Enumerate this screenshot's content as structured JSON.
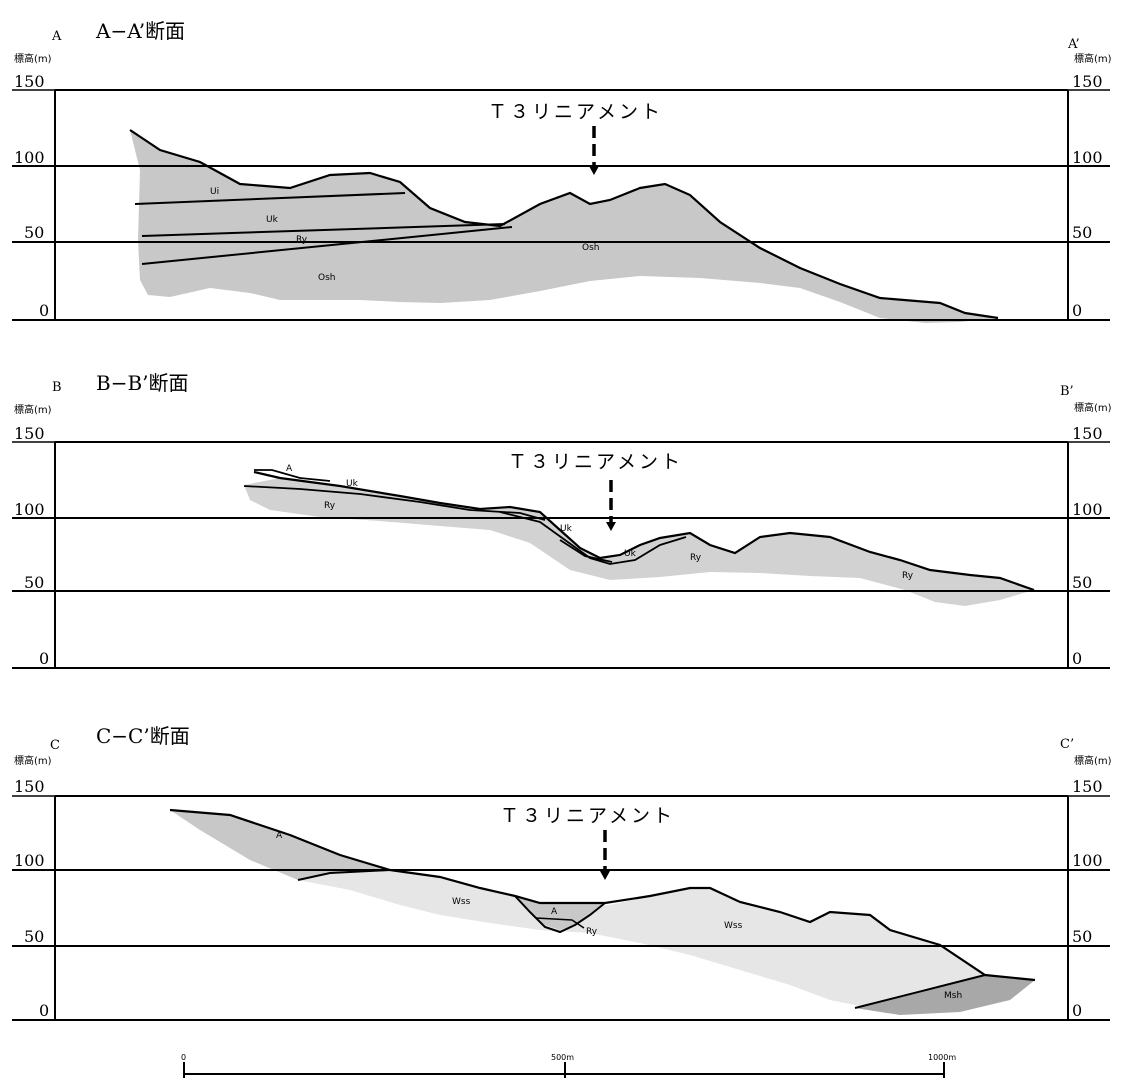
{
  "sections": [
    {
      "title": "A−A’断面",
      "left_end": "A",
      "right_end": "A’",
      "elevation_label": "標高(m)",
      "ticks_left": [
        "150",
        "100",
        "50",
        "0"
      ],
      "ticks_right": [
        "150",
        "100",
        "50",
        "0"
      ],
      "lineament": "Ｔ３リニアメント",
      "units": [
        "Ui",
        "Uk",
        "Ry",
        "Osh",
        "Osh"
      ]
    },
    {
      "title": "B−B’断面",
      "left_end": "B",
      "right_end": "B’",
      "elevation_label": "標高(m)",
      "ticks_left": [
        "150",
        "100",
        "50",
        "0"
      ],
      "ticks_right": [
        "150",
        "100",
        "50",
        "0"
      ],
      "lineament": "Ｔ３リニアメント",
      "units": [
        "A",
        "Uk",
        "Ry",
        "Uk",
        "Uk",
        "Ry",
        "Ry"
      ]
    },
    {
      "title": "C−C’断面",
      "left_end": "C",
      "right_end": "C’",
      "elevation_label": "標高(m)",
      "ticks_left": [
        "150",
        "100",
        "50",
        "0"
      ],
      "ticks_right": [
        "150",
        "100",
        "50",
        "0"
      ],
      "lineament": "Ｔ３リニアメント",
      "units": [
        "A",
        "Wss",
        "A",
        "Ry",
        "Wss",
        "Msh"
      ]
    }
  ],
  "scale_bar": {
    "labels": [
      "0",
      "500m",
      "1000m"
    ]
  },
  "colors": {
    "gray": "#c8c8c8",
    "light": "#e6e6e6",
    "dark": "#a8a8a8",
    "line": "#000000"
  }
}
